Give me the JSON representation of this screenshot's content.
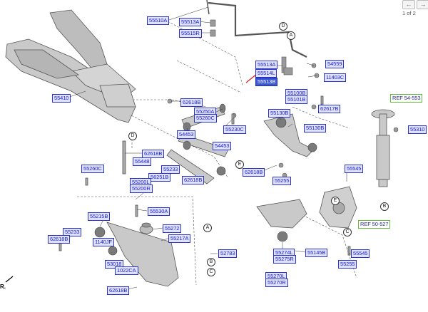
{
  "pager": {
    "prev_label": "←",
    "next_label": "→",
    "page_text": "1 of 2"
  },
  "letters": {
    "a": "A",
    "b": "B",
    "c": "C",
    "d": "D",
    "e": "E"
  },
  "fwd_label": "R.",
  "callouts": {
    "c55510A": "55510A",
    "c55513A_top": "55513A",
    "c55515R": "55515R",
    "c54559": "54559",
    "c11403": "11403C",
    "c55513A": "55513A",
    "c55514L": "55514L",
    "c55513B": "55513B",
    "c55410": "55410",
    "c62618_a": "62618B",
    "c55250": "55250A",
    "c55260": "55260C",
    "c55100": "55100B",
    "c55101": "55101B",
    "c55130_a": "55130B",
    "c62617": "62617B",
    "c54453_a": "54453",
    "c55230": "55230C",
    "c55130_b": "55130B",
    "c54453_b": "54453",
    "c62618_b": "62618B",
    "c55448": "55448",
    "c55233_a": "55233",
    "c62618_c": "62618B",
    "c56251": "56251B",
    "c62618_d": "62618B",
    "c55260_c": "55260C",
    "c55200": "55200L",
    "c55200R": "55200R",
    "c55530": "55530A",
    "c55255_a": "55255",
    "c55215": "55215B",
    "c55272": "55272",
    "c55233_b": "55233",
    "c62618_e": "62618B",
    "c1140": "1140JF",
    "c55217": "55217A",
    "c52783": "52783",
    "c53018": "53018",
    "c1022": "1022CA",
    "c62618_f": "62618B",
    "c55545_a": "55545",
    "c55274": "55274L",
    "c55275": "55275R",
    "c55145": "55145B",
    "c55545_b": "55545",
    "c55255_b": "55255",
    "c55270": "55270L",
    "c55270R": "55270R",
    "c55310": "55310",
    "ref1": "REF 54-553",
    "ref2": "REF 50-527"
  }
}
